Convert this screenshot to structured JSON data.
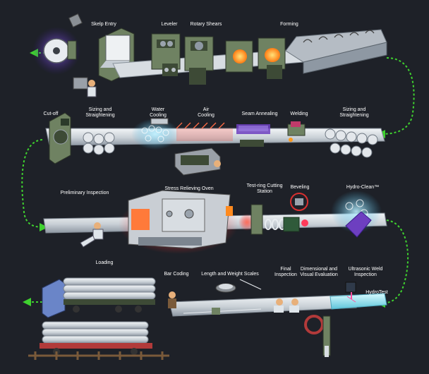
{
  "colors": {
    "background": "#1e2128",
    "pipe": "#d8dde2",
    "pipe_shade": "#9aa3ad",
    "machine": "#6f8262",
    "machine_dark": "#3d4a36",
    "flow_arrow": "#3fd22f",
    "hot_glow": "#ff5a3a",
    "cool_glow": "#9fdcf0",
    "purple_glow": "#8a55ff",
    "laser": "#ff4fa0",
    "forming_weld": "#ff9a1e"
  },
  "stations": {
    "skelp_entry": "Skelp Entry",
    "leveler": "Leveler",
    "rotary_shears": "Rotary Shears",
    "forming": "Forming",
    "cut_off": "Cut-off",
    "sizing_straightening_1": "Sizing and\nStraightening",
    "water_cooling": "Water\nCooling",
    "air_cooling": "Air\nCooling",
    "seam_annealing": "Seam Annealing",
    "welding": "Welding",
    "sizing_straightening_2": "Sizing and\nStraightening",
    "preliminary_inspection": "Preliminary Inspection",
    "stress_relieving_oven": "Stress Relieving Oven",
    "test_ring_cutting": "Test-ring Cutting\nStation",
    "beveling": "Beveling",
    "hydro_clean": "Hydro-Clean™",
    "loading": "Loading",
    "bar_coding": "Bar Coding",
    "length_weight_scales": "Length and Weight Scales",
    "final_inspection": "Final\nInspection",
    "dimensional_visual": "Dimensional and\nVisual Evaluation",
    "ultrasonic_weld": "Ultrasonic Weld\nInspection",
    "hydrotest": "HydroTest"
  }
}
